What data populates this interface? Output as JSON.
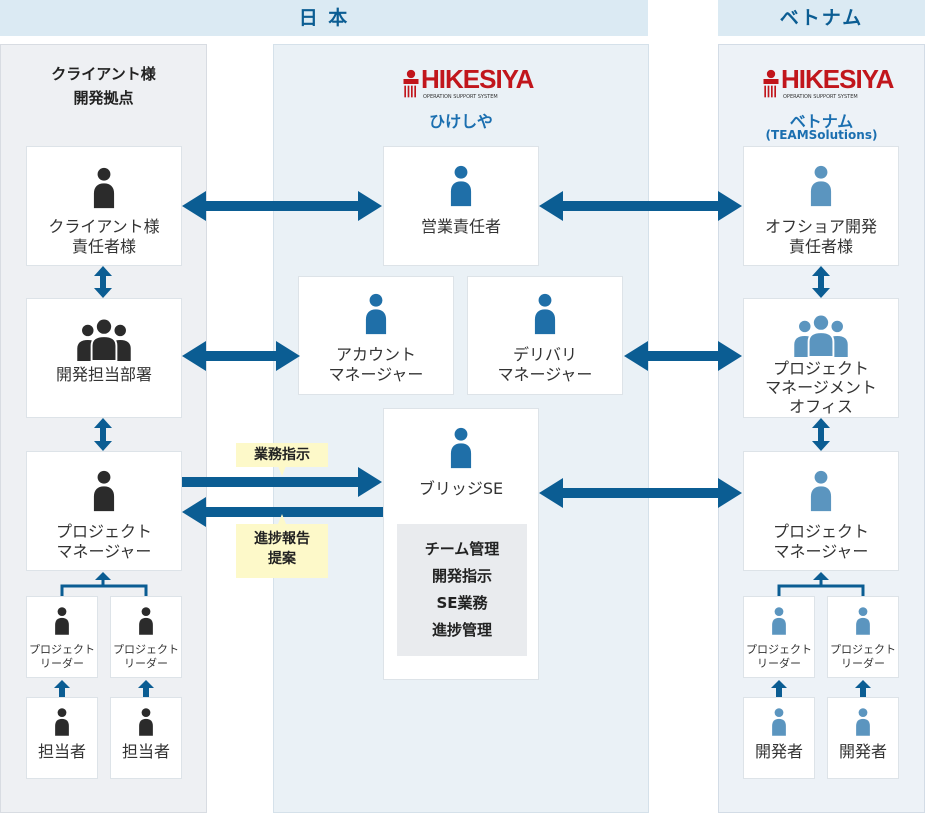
{
  "regions": {
    "japan": "日 本",
    "vietnam": "ベトナム"
  },
  "client": {
    "title_line1": "クライアント様",
    "title_line2": "開発拠点",
    "manager_line1": "クライアント様",
    "manager_line2": "責任者様",
    "dept": "開発担当部署",
    "pm_line1": "プロジェクト",
    "pm_line2": "マネージャー",
    "leader_line1": "プロジェクト",
    "leader_line2": "リーダー",
    "staff": "担当者"
  },
  "hikesiya": {
    "logo": "HIKESIYA",
    "logo_sub": "OPERATION SUPPORT SYSTEM",
    "name": "ひけしや",
    "sales": "営業責任者",
    "account_line1": "アカウント",
    "account_line2": "マネージャー",
    "delivery_line1": "デリバリ",
    "delivery_line2": "マネージャー",
    "bridge": "ブリッジSE",
    "tasks": [
      "チーム管理",
      "開発指示",
      "SE業務",
      "進捗管理"
    ]
  },
  "notes": {
    "instruction": "業務指示",
    "report_line1": "進捗報告",
    "report_line2": "提案"
  },
  "vietnam": {
    "logo": "HIKESIYA",
    "logo_sub": "OPERATION SUPPORT SYSTEM",
    "name": "ベトナム",
    "team": "(TEAMSolutions)",
    "offshore_line1": "オフショア開発",
    "offshore_line2": "責任者様",
    "pmo_line1": "プロジェクト",
    "pmo_line2": "マネージメント",
    "pmo_line3": "オフィス",
    "pm_line1": "プロジェクト",
    "pm_line2": "マネージャー",
    "leader_line1": "プロジェクト",
    "leader_line2": "リーダー",
    "dev": "開発者"
  },
  "colors": {
    "arrow": "#0b5d93",
    "person_dark": "#2b2b2b",
    "person_blue": "#1f6fa8",
    "person_light": "#5b95bf",
    "logo_red": "#c1161c"
  }
}
